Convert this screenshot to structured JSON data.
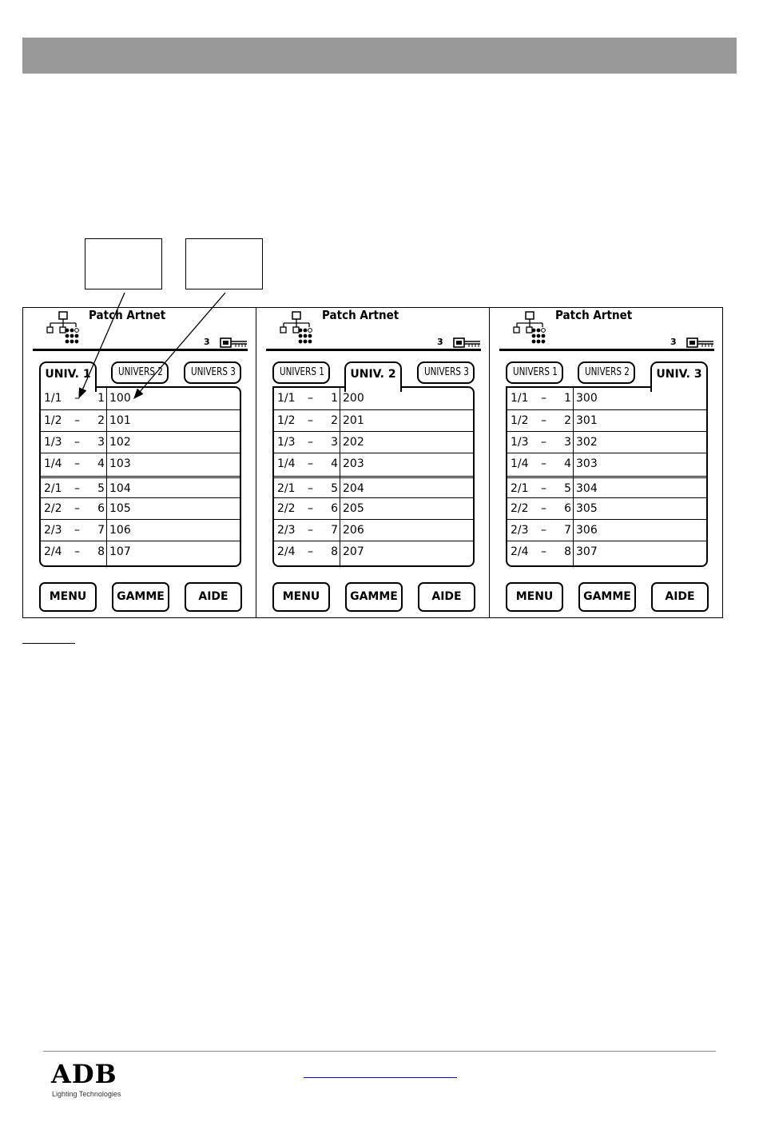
{
  "panels": [
    {
      "title": "Patch Artnet",
      "status_number": "3",
      "tabs": [
        "UNIV. 1",
        "UNIVERS 2",
        "UNIVERS 3"
      ],
      "active_tab": 0,
      "rows": [
        {
          "addr": "1/1",
          "dash": "–",
          "num": "1",
          "val": "100"
        },
        {
          "addr": "1/2",
          "dash": "–",
          "num": "2",
          "val": "101"
        },
        {
          "addr": "1/3",
          "dash": "–",
          "num": "3",
          "val": "102"
        },
        {
          "addr": "1/4",
          "dash": "–",
          "num": "4",
          "val": "103"
        },
        {
          "addr": "2/1",
          "dash": "–",
          "num": "5",
          "val": "104"
        },
        {
          "addr": "2/2",
          "dash": "–",
          "num": "6",
          "val": "105"
        },
        {
          "addr": "2/3",
          "dash": "–",
          "num": "7",
          "val": "106"
        },
        {
          "addr": "2/4",
          "dash": "–",
          "num": "8",
          "val": "107"
        }
      ],
      "buttons": [
        "MENU",
        "GAMME",
        "AIDE"
      ]
    },
    {
      "title": "Patch Artnet",
      "status_number": "3",
      "tabs": [
        "UNIVERS 1",
        "UNIV. 2",
        "UNIVERS 3"
      ],
      "active_tab": 1,
      "rows": [
        {
          "addr": "1/1",
          "dash": "–",
          "num": "1",
          "val": "200"
        },
        {
          "addr": "1/2",
          "dash": "–",
          "num": "2",
          "val": "201"
        },
        {
          "addr": "1/3",
          "dash": "–",
          "num": "3",
          "val": "202"
        },
        {
          "addr": "1/4",
          "dash": "–",
          "num": "4",
          "val": "203"
        },
        {
          "addr": "2/1",
          "dash": "–",
          "num": "5",
          "val": "204"
        },
        {
          "addr": "2/2",
          "dash": "–",
          "num": "6",
          "val": "205"
        },
        {
          "addr": "2/3",
          "dash": "–",
          "num": "7",
          "val": "206"
        },
        {
          "addr": "2/4",
          "dash": "–",
          "num": "8",
          "val": "207"
        }
      ],
      "buttons": [
        "MENU",
        "GAMME",
        "AIDE"
      ]
    },
    {
      "title": "Patch Artnet",
      "status_number": "3",
      "tabs": [
        "UNIVERS 1",
        "UNIVERS 2",
        "UNIV. 3"
      ],
      "active_tab": 2,
      "rows": [
        {
          "addr": "1/1",
          "dash": "–",
          "num": "1",
          "val": "300"
        },
        {
          "addr": "1/2",
          "dash": "–",
          "num": "2",
          "val": "301"
        },
        {
          "addr": "1/3",
          "dash": "–",
          "num": "3",
          "val": "302"
        },
        {
          "addr": "1/4",
          "dash": "–",
          "num": "4",
          "val": "303"
        },
        {
          "addr": "2/1",
          "dash": "–",
          "num": "5",
          "val": "304"
        },
        {
          "addr": "2/2",
          "dash": "–",
          "num": "6",
          "val": "305"
        },
        {
          "addr": "2/3",
          "dash": "–",
          "num": "7",
          "val": "306"
        },
        {
          "addr": "2/4",
          "dash": "–",
          "num": "8",
          "val": "307"
        }
      ],
      "buttons": [
        "MENU",
        "GAMME",
        "AIDE"
      ]
    }
  ],
  "footer": {
    "brand": "ADB",
    "tagline": "Lighting Technologies"
  },
  "icons": {
    "network": "network-tree-icon",
    "key": "key-icon"
  },
  "colors": {
    "header_bar": "#999999",
    "link": "#0000cc"
  }
}
